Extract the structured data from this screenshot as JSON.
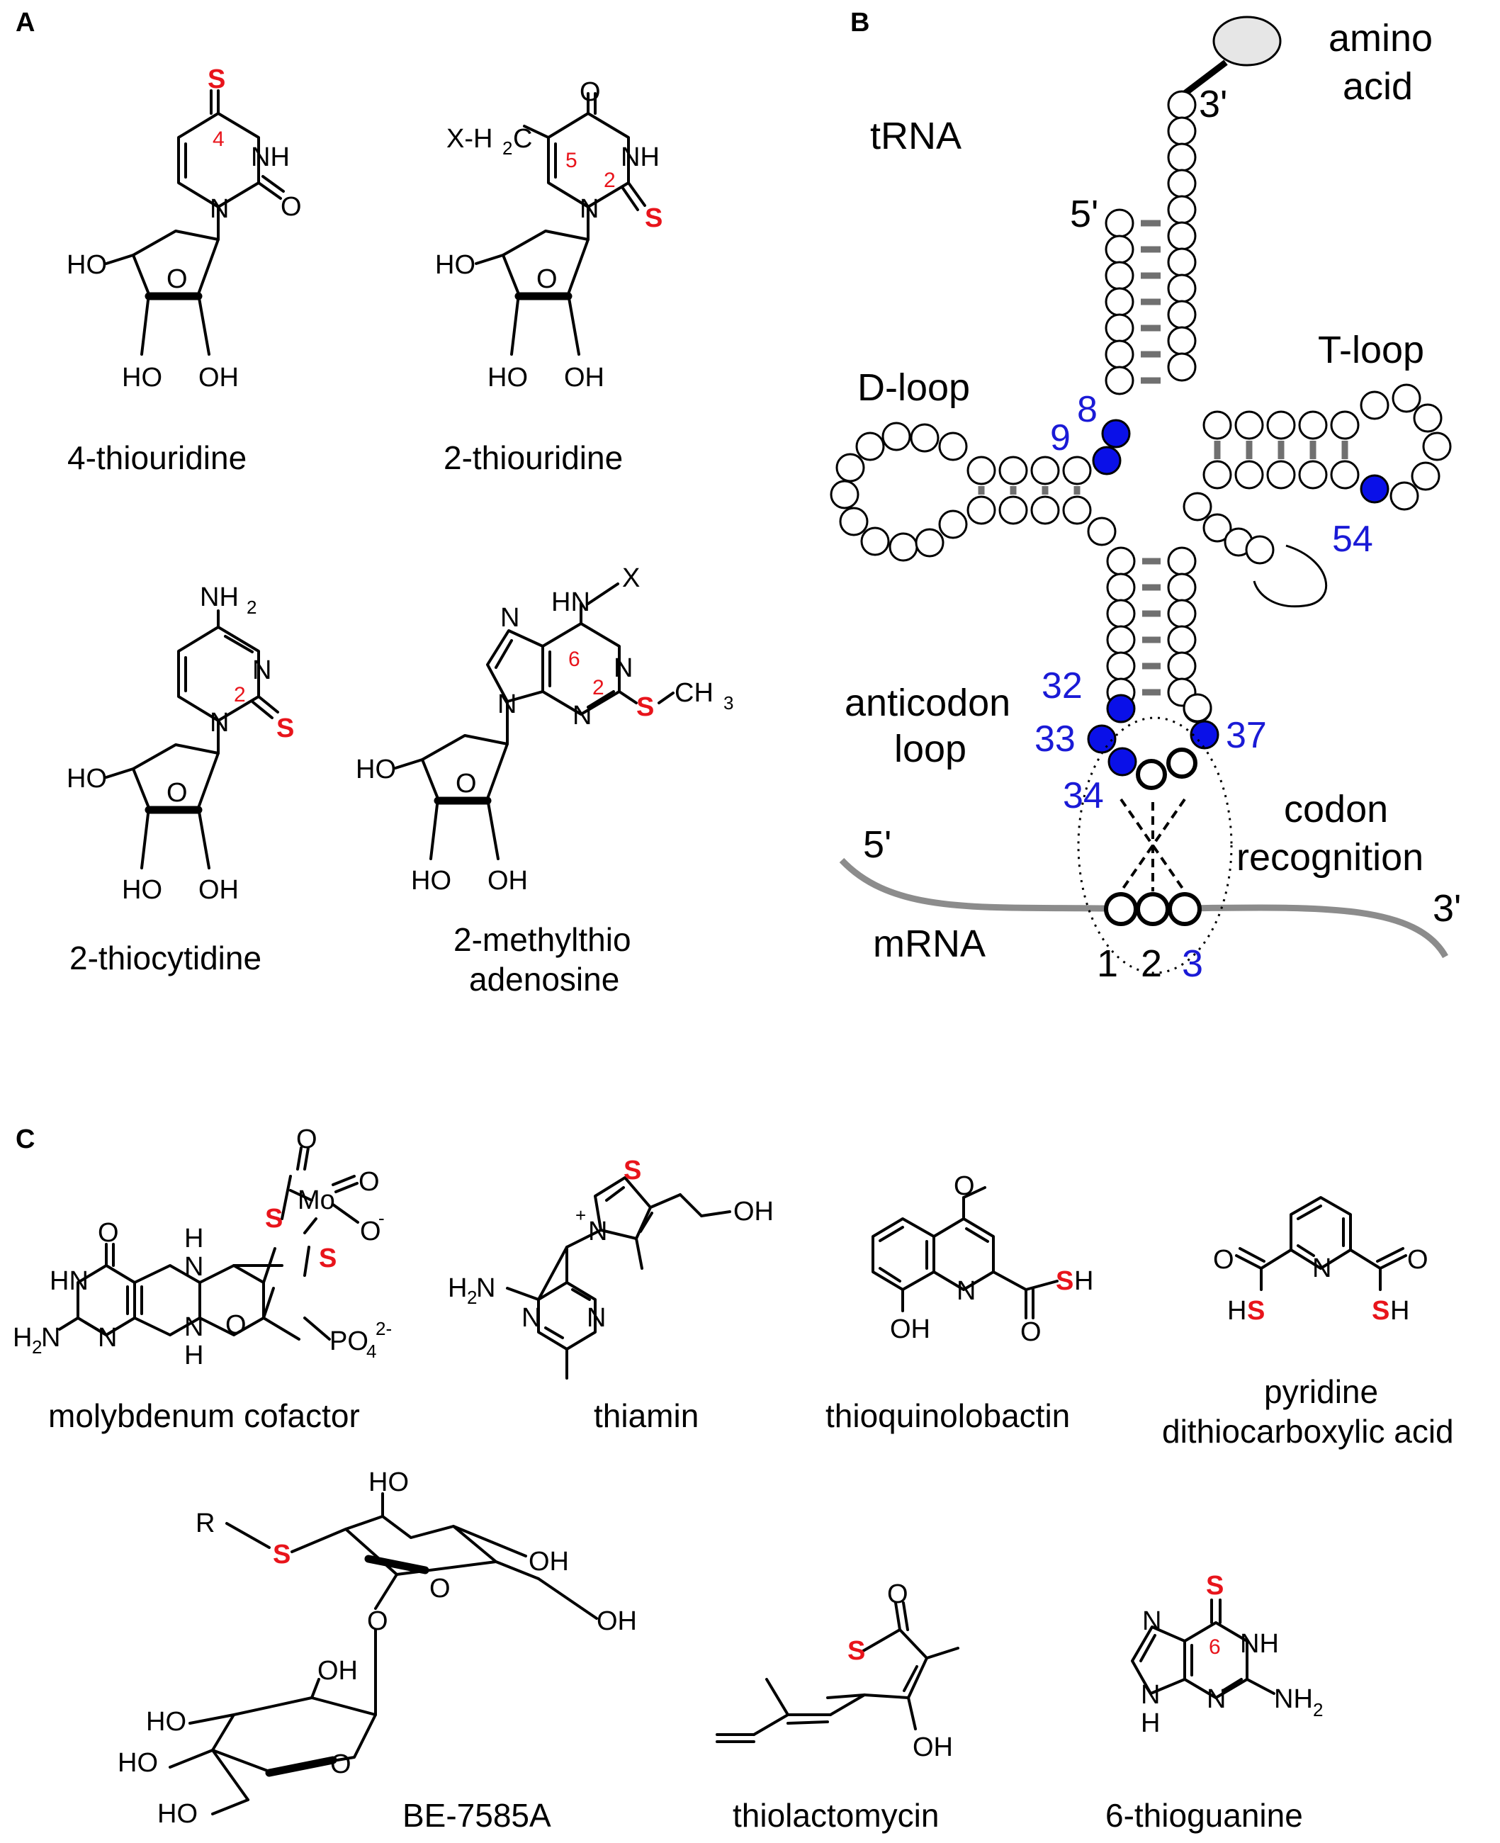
{
  "colors": {
    "sulfur": "#e8141b",
    "position_red": "#e8141b",
    "modified_blue": "#0a10e8",
    "blue_text": "#1a1ad6",
    "bond": "#000000",
    "pairing_grey": "#707070",
    "mrna_grey": "#8c8c8c",
    "amino_fill": "#e6e6e6"
  },
  "panels": {
    "A": {
      "letter": "A",
      "compounds": [
        {
          "name": "4-thiouridine",
          "S": "S",
          "pos": "4",
          "NH": "NH",
          "O": "O",
          "N": "N",
          "HO5": "HO",
          "HO2": "HO",
          "OH3": "OH",
          "ring_O": "O"
        },
        {
          "name": "2-thiouridine",
          "S": "S",
          "pos5": "5",
          "pos2": "2",
          "NH": "NH",
          "O": "O",
          "N": "N",
          "sub": "X-H",
          "sub_sub": "2",
          "sub_tail": "C",
          "HO5": "HO",
          "HO2": "HO",
          "OH3": "OH",
          "ring_O": "O"
        },
        {
          "name": "2-thiocytidine",
          "S": "S",
          "pos2": "2",
          "NH2": "NH",
          "NH2_sub": "2",
          "N3": "N",
          "N1": "N",
          "HO5": "HO",
          "HO2": "HO",
          "OH3": "OH",
          "ring_O": "O"
        },
        {
          "name_line1": "2-methylthio",
          "name_line2": "adenosine",
          "S": "S",
          "pos6": "6",
          "pos2": "2",
          "HN": "HN",
          "X": "X",
          "CH3": "CH",
          "CH3_sub": "3",
          "N7": "N",
          "N9": "N",
          "N1": "N",
          "N3": "N",
          "HO5": "HO",
          "HO2": "HO",
          "OH3": "OH",
          "ring_O": "O"
        }
      ]
    },
    "B": {
      "letter": "B",
      "trna": "tRNA",
      "amino_line1": "amino",
      "amino_line2": "acid",
      "three_prime": "3'",
      "five_prime": "5'",
      "dloop": "D-loop",
      "tloop": "T-loop",
      "anticodon_line1": "anticodon",
      "anticodon_line2": "loop",
      "codon_line1": "codon",
      "codon_line2": "recognition",
      "mrna": "mRNA",
      "mrna_5": "5'",
      "mrna_3": "3'",
      "positions": [
        "8",
        "9",
        "54",
        "32",
        "33",
        "34",
        "37"
      ],
      "codon_numbers": [
        "1",
        "2",
        "3"
      ]
    },
    "C": {
      "letter": "C",
      "compounds": [
        {
          "name": "molybdenum cofactor",
          "Mo": "Mo",
          "S1": "S",
          "S2": "S",
          "O1": "O",
          "O2": "O",
          "O3": "O",
          "Ominus": "O",
          "minus": "-",
          "O_carbonyl": "O",
          "HN": "HN",
          "H2N": "H",
          "H2N_sub": "2",
          "H2N_tail": "N",
          "N_ring": "N",
          "NH_top": "H",
          "N_top": "N",
          "NH_bot": "H",
          "N_bot": "N",
          "O_pyran": "O",
          "PO4": "PO",
          "PO4_sub": "4",
          "PO4_sup": "2-"
        },
        {
          "name": "thiamin",
          "S": "S",
          "Nplus": "N",
          "plus": "+",
          "OH": "OH",
          "H2N": "H",
          "H2N_sub": "2",
          "H2N_tail": "N",
          "N1": "N",
          "N2": "N"
        },
        {
          "name": "thioquinolobactin",
          "O": "O",
          "OH": "OH",
          "N": "N",
          "S": "S",
          "H": "H",
          "O2": "O"
        },
        {
          "name_line1": "pyridine",
          "name_line2": "dithiocarboxylic acid",
          "N": "N",
          "O1": "O",
          "O2": "O",
          "HS_H": "H",
          "HS_S": "S",
          "SH_S": "S",
          "SH_H": "H"
        },
        {
          "name": "BE-7585A",
          "R": "R",
          "S": "S",
          "HO1": "HO",
          "OH1": "OH",
          "OH2": "OH",
          "O_ring1": "O",
          "O_link": "O",
          "OH3": "OH",
          "HO2": "HO",
          "HO3": "HO",
          "HO4": "HO",
          "O_ring2": "O"
        },
        {
          "name": "thiolactomycin",
          "S": "S",
          "O": "O",
          "OH": "OH"
        },
        {
          "name": "6-thioguanine",
          "S": "S",
          "pos6": "6",
          "N7": "N",
          "NH1": "NH",
          "N9H": "H",
          "N9": "N",
          "N3": "N",
          "NH2": "NH",
          "NH2_sub": "2"
        }
      ]
    }
  }
}
